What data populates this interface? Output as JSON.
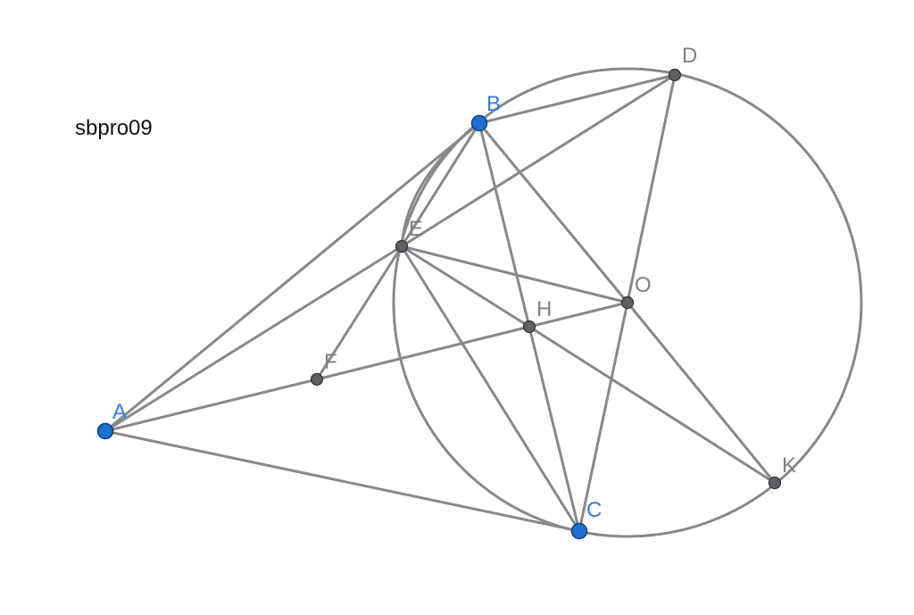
{
  "caption": "sbpro09",
  "colors": {
    "line": "#88888c",
    "free_point": "#1f6fd1",
    "dependent_point": "#5f6066",
    "free_label": "#3a7bd5",
    "dependent_label": "#808084"
  },
  "points": [
    {
      "id": "A",
      "label": "A",
      "free": true
    },
    {
      "id": "B",
      "label": "B",
      "free": true
    },
    {
      "id": "C",
      "label": "C",
      "free": true
    },
    {
      "id": "D",
      "label": "D",
      "free": false
    },
    {
      "id": "E",
      "label": "E",
      "free": false
    },
    {
      "id": "F",
      "label": "F",
      "free": false
    },
    {
      "id": "H",
      "label": "H",
      "free": false
    },
    {
      "id": "O",
      "label": "O",
      "free": false
    },
    {
      "id": "K",
      "label": "K",
      "free": false
    }
  ],
  "segments": [
    [
      "A",
      "B"
    ],
    [
      "A",
      "C"
    ],
    [
      "A",
      "E"
    ],
    [
      "A",
      "F"
    ],
    [
      "F",
      "H"
    ],
    [
      "H",
      "O"
    ],
    [
      "B",
      "D"
    ],
    [
      "B",
      "E"
    ],
    [
      "B",
      "H"
    ],
    [
      "B",
      "O"
    ],
    [
      "D",
      "E"
    ],
    [
      "D",
      "O"
    ],
    [
      "O",
      "C"
    ],
    [
      "O",
      "K"
    ],
    [
      "E",
      "F"
    ],
    [
      "E",
      "O"
    ],
    [
      "E",
      "H"
    ],
    [
      "E",
      "C"
    ],
    [
      "H",
      "C"
    ],
    [
      "H",
      "K"
    ]
  ],
  "circles": [
    {
      "name": "circumcircle-BCD",
      "through": [
        "B",
        "D",
        "K",
        "C"
      ]
    },
    {
      "name": "arc-BE",
      "through": [
        "B",
        "E"
      ]
    }
  ]
}
